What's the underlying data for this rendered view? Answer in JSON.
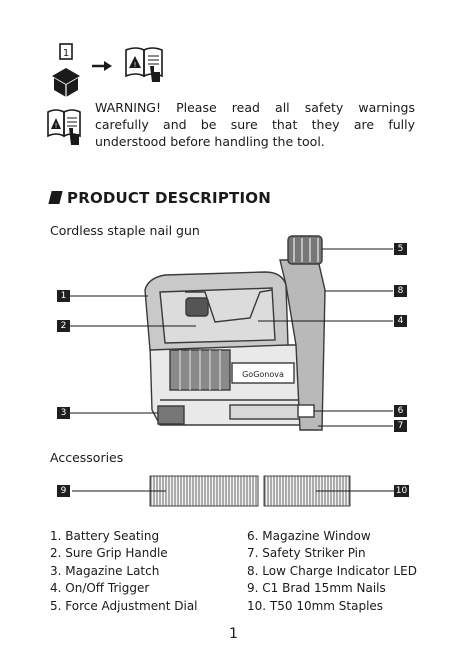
{
  "top_icons": {
    "book_number": "1"
  },
  "warning": {
    "text": "WARNING! Please read all safety warnings carefully and be sure that they are fully understood before handling the tool."
  },
  "section": {
    "title": "PRODUCT DESCRIPTION"
  },
  "product": {
    "subtitle": "Cordless staple nail gun",
    "brand": "GoGonova"
  },
  "accessories": {
    "subtitle": "Accessories"
  },
  "callouts": [
    "1",
    "2",
    "3",
    "4",
    "5",
    "6",
    "7",
    "8",
    "9",
    "10"
  ],
  "parts_left": [
    "1. Battery Seating",
    "2. Sure Grip Handle",
    "3. Magazine Latch",
    "4. On/Off Trigger",
    "5. Force Adjustment Dial"
  ],
  "parts_right": [
    "6. Magazine Window",
    "7. Safety Striker Pin",
    "8. Low Charge Indicator LED",
    "9. C1 Brad 15mm Nails",
    "10. T50 10mm Staples"
  ],
  "page_number": "1"
}
